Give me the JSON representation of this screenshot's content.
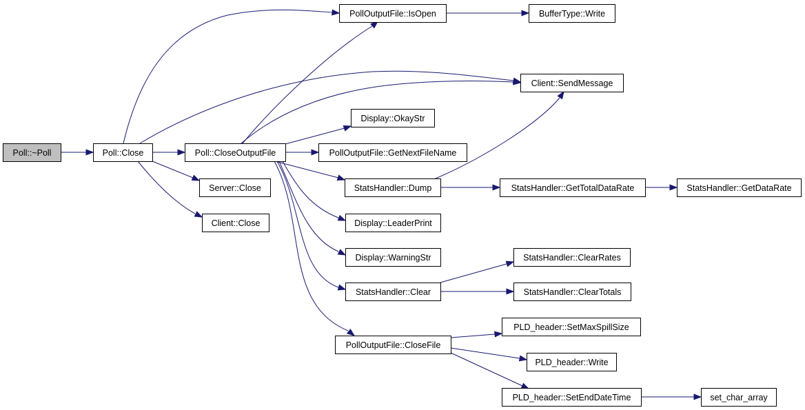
{
  "diagram": {
    "type": "call-graph",
    "colors": {
      "edge": "#191970",
      "root_fill": "#bfbfbf",
      "node_fill": "#ffffff",
      "border": "#000000"
    },
    "nodes": [
      {
        "id": "poll_dtor",
        "label": "Poll::~Poll",
        "root": true
      },
      {
        "id": "poll_close",
        "label": "Poll::Close"
      },
      {
        "id": "close_output_file",
        "label": "Poll::CloseOutputFile"
      },
      {
        "id": "server_close",
        "label": "Server::Close"
      },
      {
        "id": "client_close",
        "label": "Client::Close"
      },
      {
        "id": "is_open",
        "label": "PollOutputFile::IsOpen"
      },
      {
        "id": "buffer_write",
        "label": "BufferType::Write"
      },
      {
        "id": "send_message",
        "label": "Client::SendMessage"
      },
      {
        "id": "okay_str",
        "label": "Display::OkayStr"
      },
      {
        "id": "next_file_name",
        "label": "PollOutputFile::GetNextFileName"
      },
      {
        "id": "stats_dump",
        "label": "StatsHandler::Dump"
      },
      {
        "id": "total_data_rate",
        "label": "StatsHandler::GetTotalDataRate"
      },
      {
        "id": "data_rate",
        "label": "StatsHandler::GetDataRate"
      },
      {
        "id": "leader_print",
        "label": "Display::LeaderPrint"
      },
      {
        "id": "warning_str",
        "label": "Display::WarningStr"
      },
      {
        "id": "stats_clear",
        "label": "StatsHandler::Clear"
      },
      {
        "id": "clear_rates",
        "label": "StatsHandler::ClearRates"
      },
      {
        "id": "clear_totals",
        "label": "StatsHandler::ClearTotals"
      },
      {
        "id": "close_file",
        "label": "PollOutputFile::CloseFile"
      },
      {
        "id": "set_max_spill",
        "label": "PLD_header::SetMaxSpillSize"
      },
      {
        "id": "pld_write",
        "label": "PLD_header::Write"
      },
      {
        "id": "set_end_date",
        "label": "PLD_header::SetEndDateTime"
      },
      {
        "id": "set_char_array",
        "label": "set_char_array"
      }
    ],
    "edges": [
      [
        "poll_dtor",
        "poll_close"
      ],
      [
        "poll_close",
        "is_open"
      ],
      [
        "poll_close",
        "send_message"
      ],
      [
        "poll_close",
        "close_output_file"
      ],
      [
        "poll_close",
        "server_close"
      ],
      [
        "poll_close",
        "client_close"
      ],
      [
        "is_open",
        "buffer_write"
      ],
      [
        "close_output_file",
        "is_open"
      ],
      [
        "close_output_file",
        "send_message"
      ],
      [
        "close_output_file",
        "okay_str"
      ],
      [
        "close_output_file",
        "next_file_name"
      ],
      [
        "close_output_file",
        "stats_dump"
      ],
      [
        "close_output_file",
        "leader_print"
      ],
      [
        "close_output_file",
        "warning_str"
      ],
      [
        "close_output_file",
        "stats_clear"
      ],
      [
        "close_output_file",
        "close_file"
      ],
      [
        "stats_dump",
        "send_message"
      ],
      [
        "stats_dump",
        "total_data_rate"
      ],
      [
        "total_data_rate",
        "data_rate"
      ],
      [
        "stats_clear",
        "clear_rates"
      ],
      [
        "stats_clear",
        "clear_totals"
      ],
      [
        "close_file",
        "set_max_spill"
      ],
      [
        "close_file",
        "pld_write"
      ],
      [
        "close_file",
        "set_end_date"
      ],
      [
        "set_end_date",
        "set_char_array"
      ]
    ]
  }
}
